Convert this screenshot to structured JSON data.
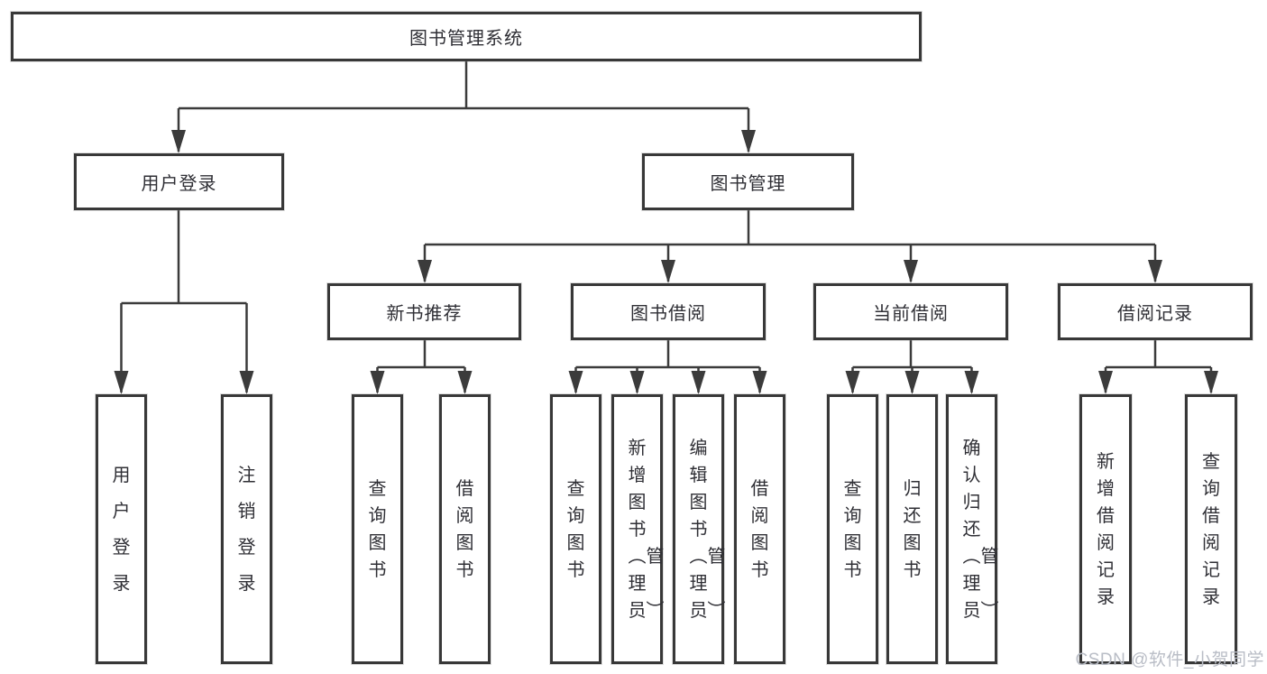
{
  "colors": {
    "line": "#3b3b3b",
    "box_border": "#383838",
    "text": "#2f2f35",
    "watermark": "#b9bdc6",
    "background": "#ffffff"
  },
  "watermark": {
    "text": "CSDN @软件_小贺同学"
  },
  "tree": {
    "root": "图书管理系统",
    "children": [
      {
        "label": "用户登录",
        "children": [
          "用户登录",
          "注销登录"
        ]
      },
      {
        "label": "图书管理",
        "children": [
          {
            "label": "新书推荐",
            "children": [
              "查询图书",
              "借阅图书"
            ]
          },
          {
            "label": "图书借阅",
            "children": [
              "查询图书",
              "新增图书︵管理员︶",
              "编辑图书︵管理员︶",
              "借阅图书"
            ]
          },
          {
            "label": "当前借阅",
            "children": [
              "查询图书",
              "归还图书",
              "确认归还︵管理员︶"
            ]
          },
          {
            "label": "借阅记录",
            "children": [
              "新增借阅记录",
              "查询借阅记录"
            ]
          }
        ]
      }
    ]
  }
}
